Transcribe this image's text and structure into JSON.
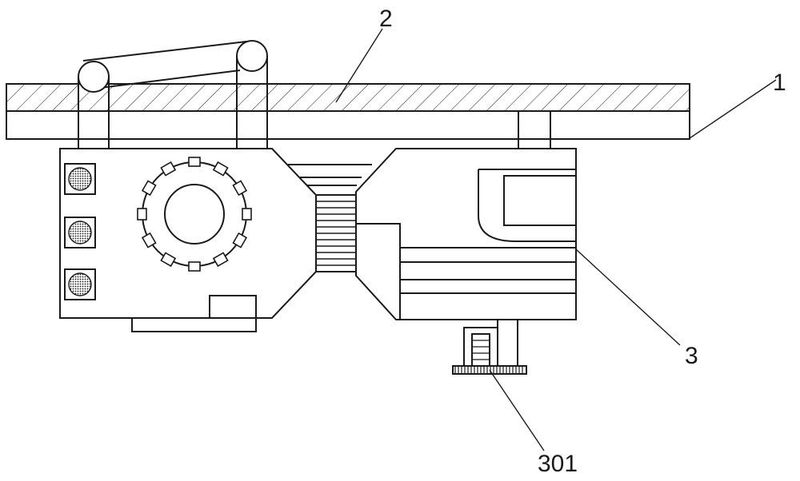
{
  "labels": {
    "rail": "1",
    "rail_layer": "2",
    "carriage": "3",
    "gear": "301"
  }
}
